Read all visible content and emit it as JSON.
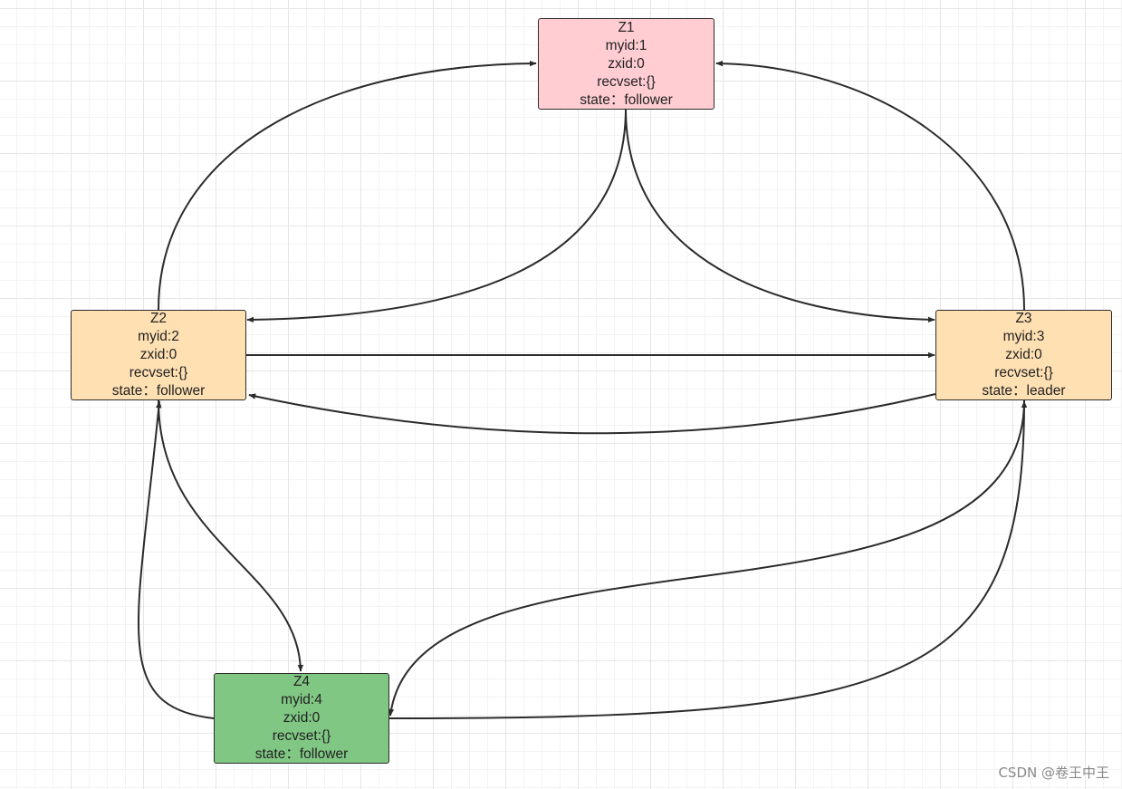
{
  "nodes": [
    {
      "id": "z1",
      "name": "Z1",
      "myid": "myid:1",
      "zxid": "zxid:0",
      "recvset": "recvset:{}",
      "state": "state：follower",
      "color": "#ffcdd2"
    },
    {
      "id": "z2",
      "name": "Z2",
      "myid": "myid:2",
      "zxid": "zxid:0",
      "recvset": "recvset:{}",
      "state": "state：follower",
      "color": "#ffe0b2"
    },
    {
      "id": "z3",
      "name": "Z3",
      "myid": "myid:3",
      "zxid": "zxid:0",
      "recvset": "recvset:{}",
      "state": "state：leader",
      "color": "#ffe0b2"
    },
    {
      "id": "z4",
      "name": "Z4",
      "myid": "myid:4",
      "zxid": "zxid:0",
      "recvset": "recvset:{}",
      "state": "state：follower",
      "color": "#81c784"
    }
  ],
  "edges": [
    {
      "from": "Z2",
      "to": "Z1"
    },
    {
      "from": "Z3",
      "to": "Z1"
    },
    {
      "from": "Z1",
      "to": "Z2"
    },
    {
      "from": "Z1",
      "to": "Z3"
    },
    {
      "from": "Z2",
      "to": "Z3"
    },
    {
      "from": "Z3",
      "to": "Z2"
    },
    {
      "from": "Z2",
      "to": "Z4"
    },
    {
      "from": "Z4",
      "to": "Z2"
    },
    {
      "from": "Z3",
      "to": "Z4"
    },
    {
      "from": "Z4",
      "to": "Z3"
    }
  ],
  "colors": {
    "edge": "#2b2b2b",
    "border": "#2b2b2b"
  },
  "watermark": "CSDN @卷王中王"
}
